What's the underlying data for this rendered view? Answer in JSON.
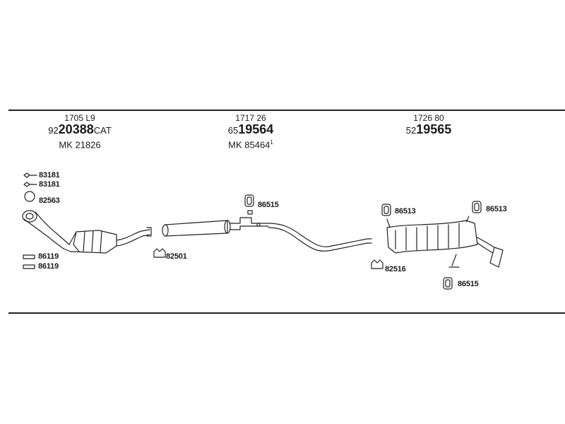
{
  "sections": [
    {
      "oe_number": "1705 L9",
      "part_prefix": "92",
      "part_main": "20388",
      "part_suffix": "CAT",
      "mk_prefix": "MK",
      "mk_number": "21826",
      "mk_sup": ""
    },
    {
      "oe_number": "1717 26",
      "part_prefix": "65",
      "part_main": "19564",
      "part_suffix": "",
      "mk_prefix": "MK",
      "mk_number": "85464",
      "mk_sup": "1"
    },
    {
      "oe_number": "1726 80",
      "part_prefix": "52",
      "part_main": "19565",
      "part_suffix": "",
      "mk_prefix": "",
      "mk_number": "",
      "mk_sup": ""
    }
  ],
  "parts": {
    "clip_1": "83181",
    "clip_2": "83181",
    "gasket": "82563",
    "hanger_1": "86119",
    "hanger_2": "86119",
    "clamp_front": "82501",
    "rubber_mid": "86515",
    "rubber_rear_left": "86513",
    "rubber_rear_right": "86513",
    "clamp_rear": "82516",
    "rubber_rear_bottom": "86515"
  }
}
